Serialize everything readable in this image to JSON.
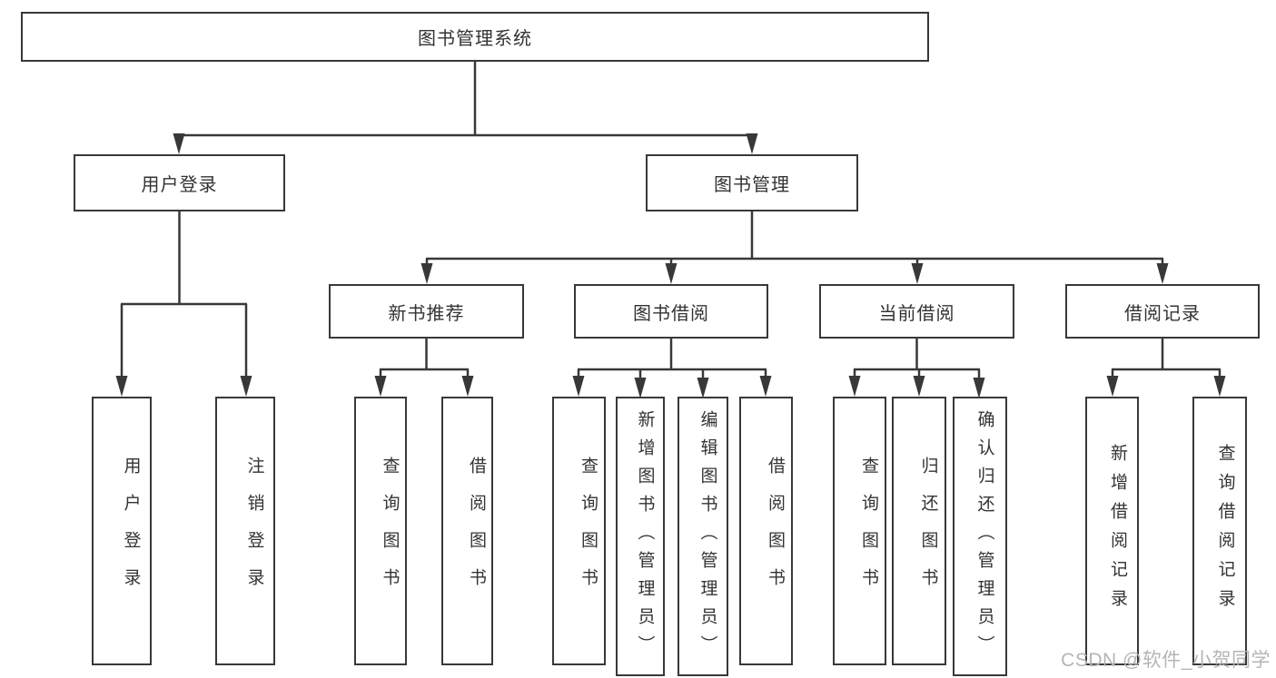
{
  "diagram": {
    "root": {
      "label": "图书管理系统"
    },
    "level2": [
      {
        "label": "用户登录"
      },
      {
        "label": "图书管理"
      }
    ],
    "level3": [
      {
        "label": "新书推荐"
      },
      {
        "label": "图书借阅"
      },
      {
        "label": "当前借阅"
      },
      {
        "label": "借阅记录"
      }
    ],
    "leaves": [
      {
        "label": "用户登录"
      },
      {
        "label": "注销登录"
      },
      {
        "label": "查询图书"
      },
      {
        "label": "借阅图书"
      },
      {
        "label": "查询图书"
      },
      {
        "label": "新增图书（管理员）"
      },
      {
        "label": "编辑图书（管理员）"
      },
      {
        "label": "借阅图书"
      },
      {
        "label": "查询图书"
      },
      {
        "label": "归还图书"
      },
      {
        "label": "确认归还（管理员）"
      },
      {
        "label": "新增借阅记录"
      },
      {
        "label": "查询借阅记录"
      }
    ]
  },
  "watermark": {
    "text": "CSDN @软件_小贺同学"
  },
  "colors": {
    "line": "#383838",
    "text": "#333333",
    "watermark": "#b5b5b7",
    "background": "#ffffff"
  }
}
